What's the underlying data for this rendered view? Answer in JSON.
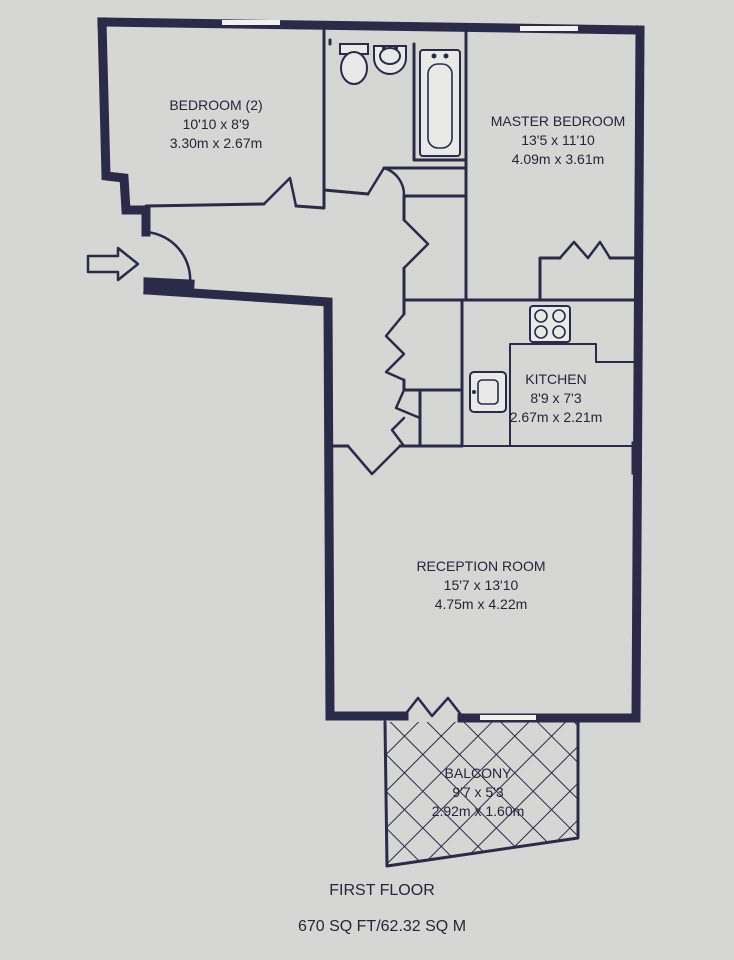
{
  "rooms": {
    "bedroom2": {
      "name": "BEDROOM (2)",
      "imperial": "10'10 x 8'9",
      "metric": "3.30m x 2.67m"
    },
    "master": {
      "name": "MASTER BEDROOM",
      "imperial": "13'5 x 11'10",
      "metric": "4.09m x 3.61m"
    },
    "kitchen": {
      "name": "KITCHEN",
      "imperial": "8'9 x 7'3",
      "metric": "2.67m x 2.21m"
    },
    "reception": {
      "name": "RECEPTION ROOM",
      "imperial": "15'7 x 13'10",
      "metric": "4.75m x 4.22m"
    },
    "balcony": {
      "name": "BALCONY",
      "imperial": "9'7 x 5'3",
      "metric": "2.92m x 1.60m"
    }
  },
  "footer": {
    "floor": "FIRST FLOOR",
    "area": "670 SQ FT/62.32 SQ M"
  },
  "colors": {
    "wall": "#2b2a48",
    "paper": "#d6d6d4"
  }
}
